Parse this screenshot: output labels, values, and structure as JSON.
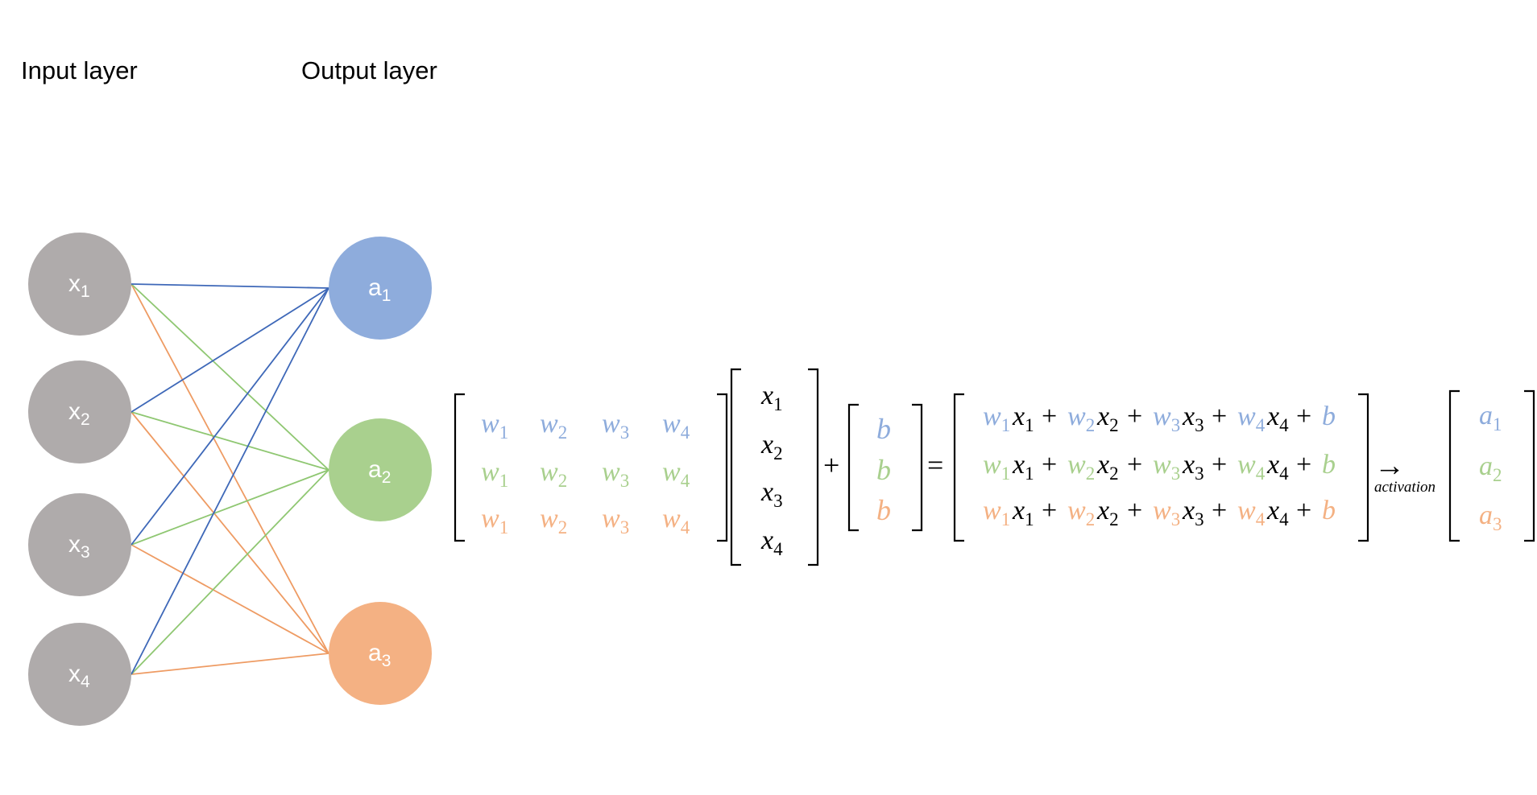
{
  "colors": {
    "blue": "#8EACDC",
    "blue_line": "#3E68B8",
    "green": "#A9D08E",
    "green_line": "#8FC772",
    "orange": "#F4B183",
    "orange_line": "#EE9B63",
    "gray": "#AFABAB",
    "black": "#000000"
  },
  "headings": {
    "input_layer": "Input layer",
    "output_layer": "Output layer"
  },
  "input_nodes": [
    {
      "base": "x",
      "sub": "1"
    },
    {
      "base": "x",
      "sub": "2"
    },
    {
      "base": "x",
      "sub": "3"
    },
    {
      "base": "x",
      "sub": "4"
    }
  ],
  "output_nodes": [
    {
      "base": "a",
      "sub": "1",
      "color": "blue"
    },
    {
      "base": "a",
      "sub": "2",
      "color": "green"
    },
    {
      "base": "a",
      "sub": "3",
      "color": "orange"
    }
  ],
  "equation": {
    "weight_rows": [
      {
        "color": "blue",
        "terms": [
          {
            "base": "w",
            "sub": "1"
          },
          {
            "base": "w",
            "sub": "2"
          },
          {
            "base": "w",
            "sub": "3"
          },
          {
            "base": "w",
            "sub": "4"
          }
        ]
      },
      {
        "color": "green",
        "terms": [
          {
            "base": "w",
            "sub": "1"
          },
          {
            "base": "w",
            "sub": "2"
          },
          {
            "base": "w",
            "sub": "3"
          },
          {
            "base": "w",
            "sub": "4"
          }
        ]
      },
      {
        "color": "orange",
        "terms": [
          {
            "base": "w",
            "sub": "1"
          },
          {
            "base": "w",
            "sub": "2"
          },
          {
            "base": "w",
            "sub": "3"
          },
          {
            "base": "w",
            "sub": "4"
          }
        ]
      }
    ],
    "input_vector": [
      {
        "base": "x",
        "sub": "1"
      },
      {
        "base": "x",
        "sub": "2"
      },
      {
        "base": "x",
        "sub": "3"
      },
      {
        "base": "x",
        "sub": "4"
      }
    ],
    "plus": "+",
    "bias_vector": [
      {
        "base": "b",
        "color": "blue"
      },
      {
        "base": "b",
        "color": "green"
      },
      {
        "base": "b",
        "color": "orange"
      }
    ],
    "equals": "=",
    "result_rows": [
      {
        "color": "blue"
      },
      {
        "color": "green"
      },
      {
        "color": "orange"
      }
    ],
    "arrow": "→",
    "arrow_label": "activation",
    "output_vector": [
      {
        "base": "a",
        "sub": "1",
        "color": "blue"
      },
      {
        "base": "a",
        "sub": "2",
        "color": "green"
      },
      {
        "base": "a",
        "sub": "3",
        "color": "orange"
      }
    ]
  }
}
